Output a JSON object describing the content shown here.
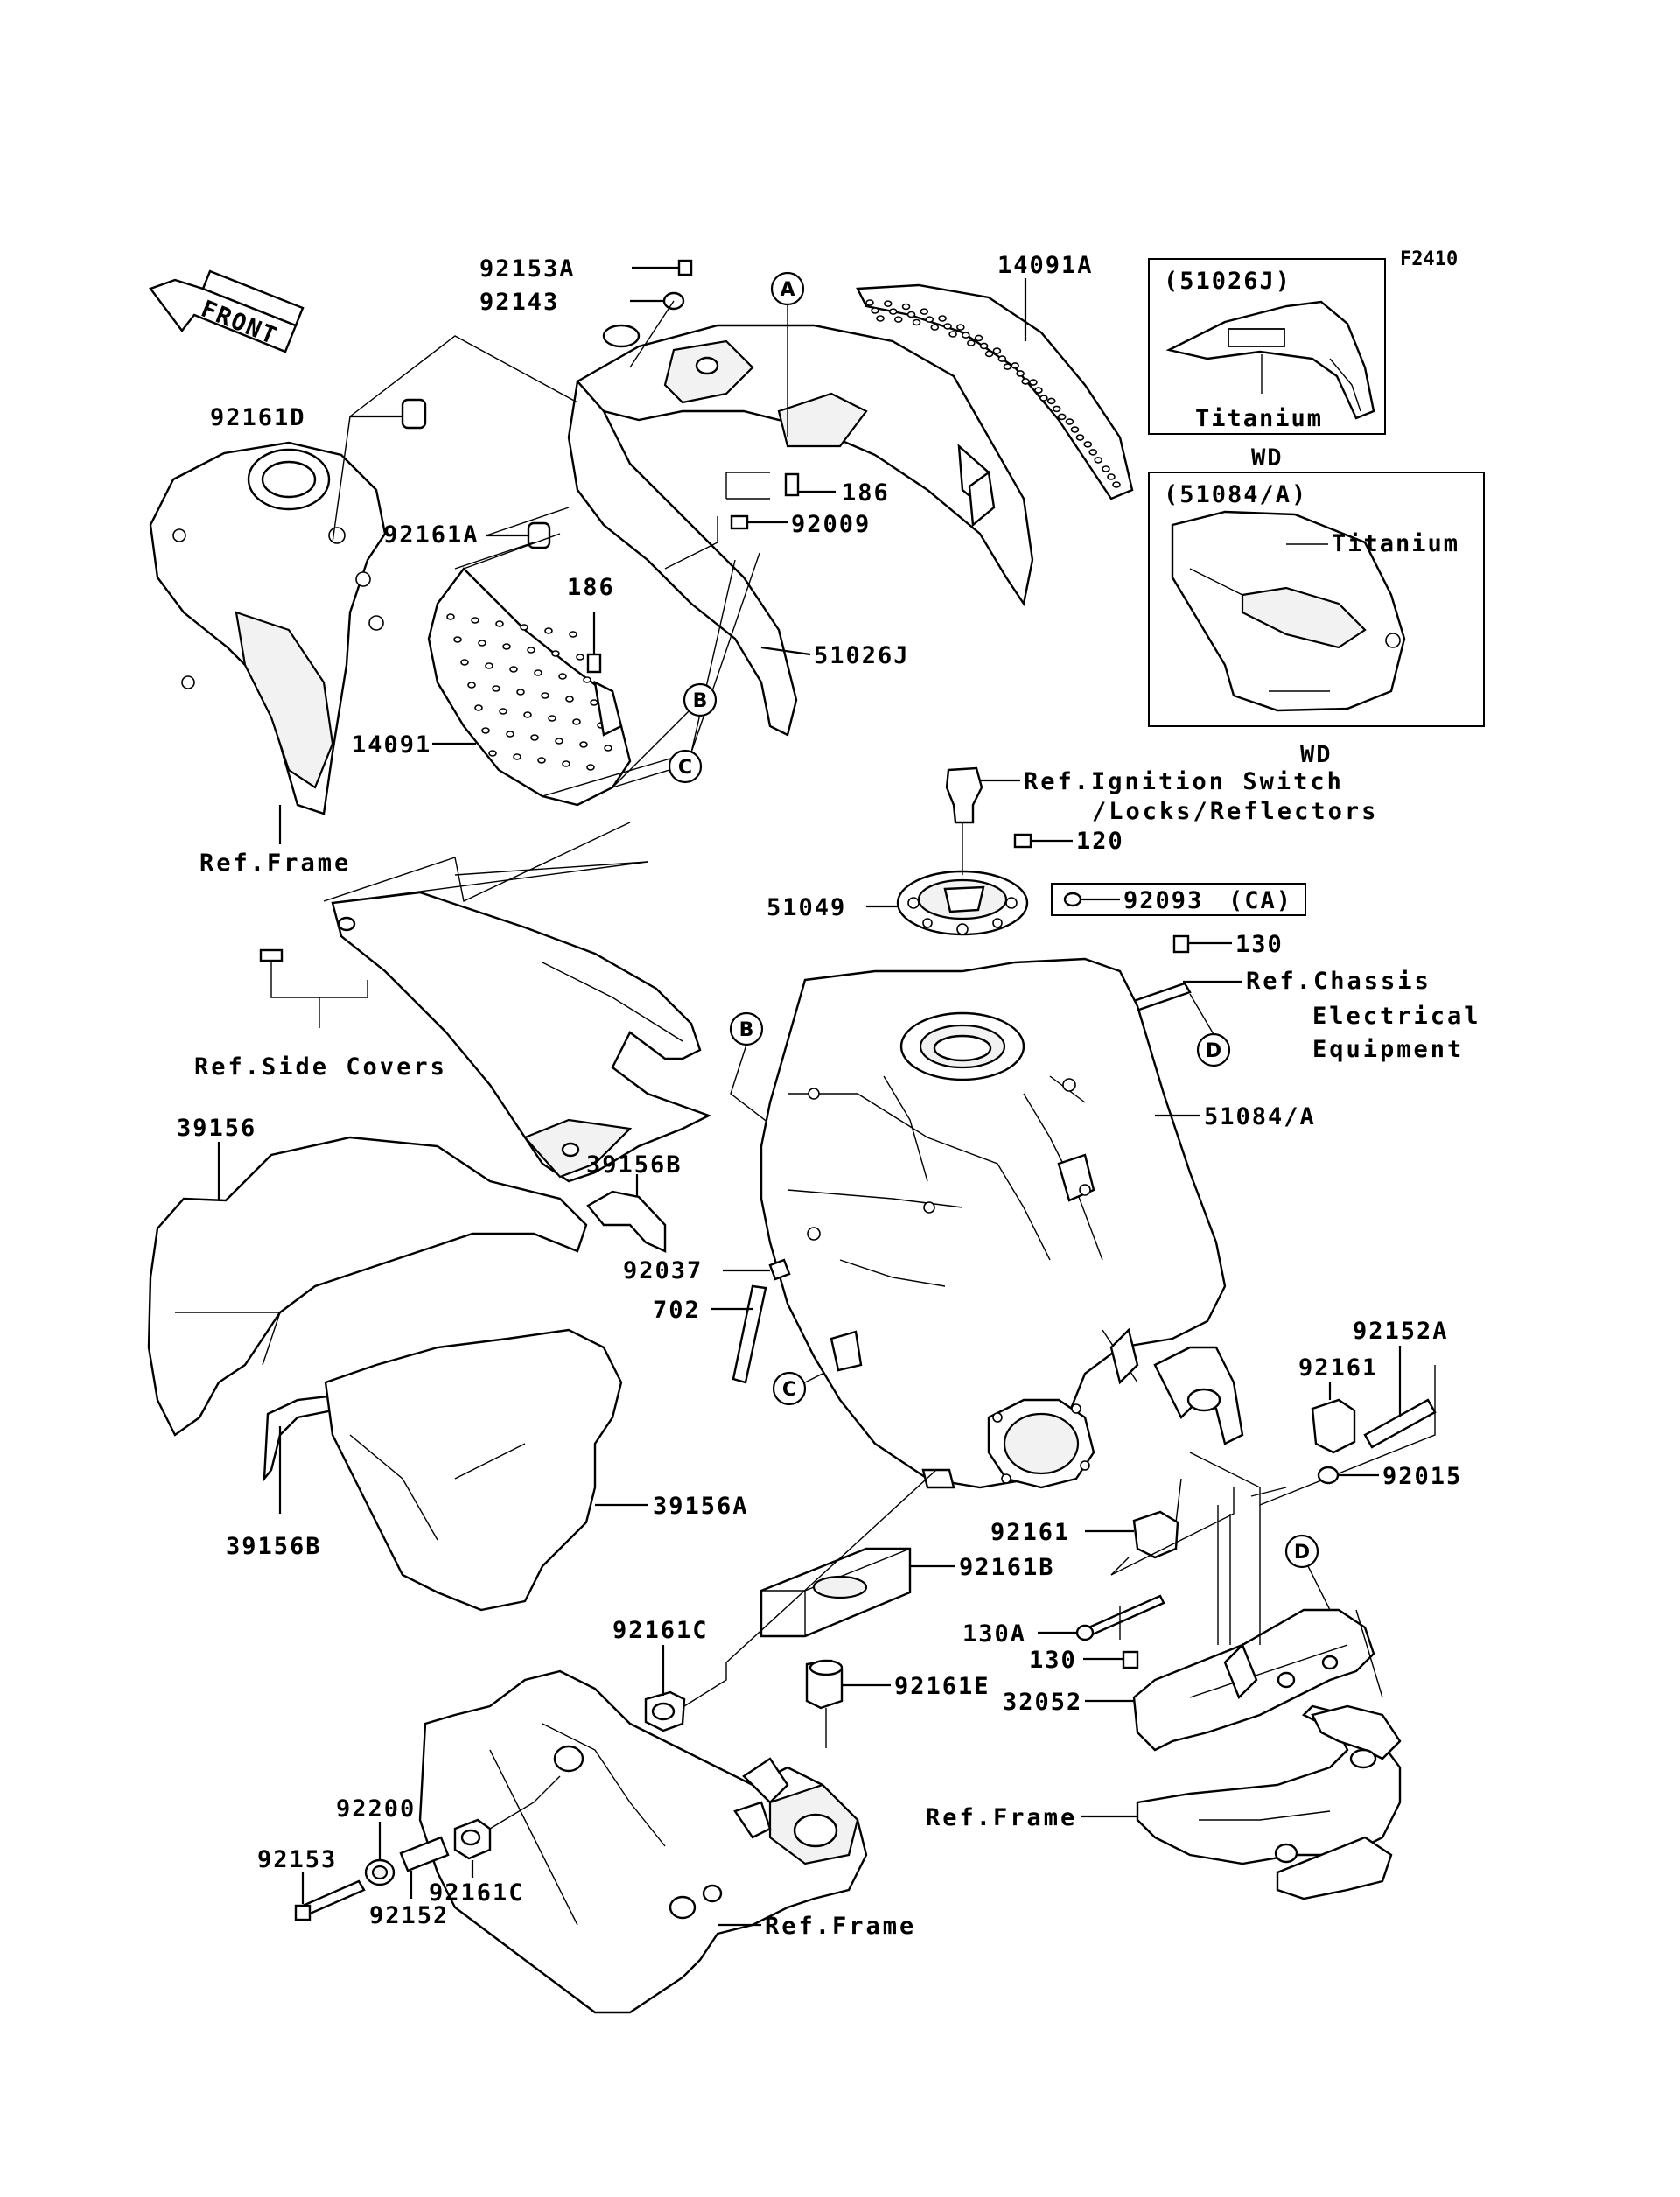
{
  "diagram_code": "F2410",
  "front_arrow_label": "FRONT",
  "callout_letters": [
    "A",
    "B",
    "C",
    "D"
  ],
  "labels": {
    "p92153A": "92153A",
    "p92143": "92143",
    "p14091A": "14091A",
    "p92161D": "92161D",
    "p186_top": "186",
    "p92161A": "92161A",
    "p92009": "92009",
    "p186_mid": "186",
    "p51026J": "51026J",
    "p14091": "14091",
    "p120": "120",
    "p51049": "51049",
    "p92093": "92093",
    "p92093_note": "(CA)",
    "p130_top": "130",
    "p51084A": "51084/A",
    "p39156": "39156",
    "p39156B_top": "39156B",
    "p92037": "92037",
    "p702": "702",
    "p39156B_bot": "39156B",
    "p39156A": "39156A",
    "p92161": "92161",
    "p92152A": "92152A",
    "p92161_b": "92161",
    "p92015": "92015",
    "p92161B": "92161B",
    "p130A": "130A",
    "p130_bot": "130",
    "p32052": "32052",
    "p92161C_top": "92161C",
    "p92161E": "92161E",
    "p92200": "92200",
    "p92153": "92153",
    "p92152": "92152",
    "p92161C_bot": "92161C"
  },
  "references": {
    "frame_left": "Ref.Frame",
    "side_covers": "Ref.Side Covers",
    "ignition_1": "Ref.Ignition Switch",
    "ignition_2": "/Locks/Reflectors",
    "chassis_1": "Ref.Chassis",
    "chassis_2": "Electrical",
    "chassis_3": "Equipment",
    "frame_bottom_right": "Ref.Frame",
    "frame_bottom_left": "Ref.Frame"
  },
  "inset_1": {
    "code": "(51026J)",
    "color": "Titanium",
    "model": "WD"
  },
  "inset_2": {
    "code": "(51084/A)",
    "color": "Titanium",
    "model": "WD"
  }
}
